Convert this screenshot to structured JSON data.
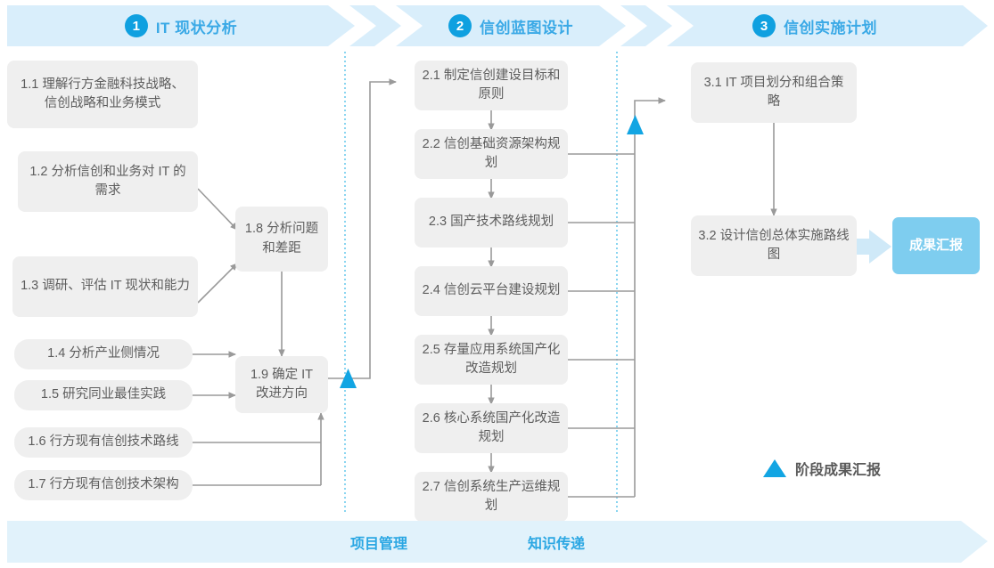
{
  "phases": [
    {
      "num": "1",
      "title": "IT 现状分析"
    },
    {
      "num": "2",
      "title": "信创蓝图设计"
    },
    {
      "num": "3",
      "title": "信创实施计划"
    }
  ],
  "phase1_tasks": [
    {
      "id": "1.1",
      "label": "1.1 理解行方金融科技战略、信创战略和业务模式"
    },
    {
      "id": "1.2",
      "label": "1.2 分析信创和业务对 IT 的需求"
    },
    {
      "id": "1.3",
      "label": "1.3 调研、评估 IT 现状和能力"
    },
    {
      "id": "1.4",
      "label": "1.4 分析产业侧情况"
    },
    {
      "id": "1.5",
      "label": "1.5 研究同业最佳实践"
    },
    {
      "id": "1.6",
      "label": "1.6 行方现有信创技术路线"
    },
    {
      "id": "1.7",
      "label": "1.7 行方现有信创技术架构"
    },
    {
      "id": "1.8",
      "label": "1.8 分析问题和差距"
    },
    {
      "id": "1.9",
      "label": "1.9 确定 IT 改进方向"
    }
  ],
  "phase2_tasks": [
    {
      "id": "2.1",
      "label": "2.1 制定信创建设目标和原则"
    },
    {
      "id": "2.2",
      "label": "2.2 信创基础资源架构规划"
    },
    {
      "id": "2.3",
      "label": "2.3 国产技术路线规划"
    },
    {
      "id": "2.4",
      "label": "2.4 信创云平台建设规划"
    },
    {
      "id": "2.5",
      "label": "2.5 存量应用系统国产化改造规划"
    },
    {
      "id": "2.6",
      "label": "2.6 核心系统国产化改造规划"
    },
    {
      "id": "2.7",
      "label": "2.7 信创系统生产运维规划"
    }
  ],
  "phase3_tasks": [
    {
      "id": "3.1",
      "label": "3.1 IT 项目划分和组合策略"
    },
    {
      "id": "3.2",
      "label": "3.2 设计信创总体实施路线图"
    }
  ],
  "result": {
    "label": "成果汇报"
  },
  "legend": {
    "label": "阶段成果汇报",
    "marker": "triangle-up-icon"
  },
  "bottom": {
    "items": [
      "项目管理",
      "知识传递"
    ]
  },
  "colors": {
    "band": "#d9eefb",
    "accent": "#2ba7e3",
    "marker": "#12a5e3",
    "box": "#efefef",
    "box_text": "#5d5d5d",
    "result_bg": "#7ecdef",
    "connector": "#9a9a9a",
    "divider": "#59c3ea"
  }
}
